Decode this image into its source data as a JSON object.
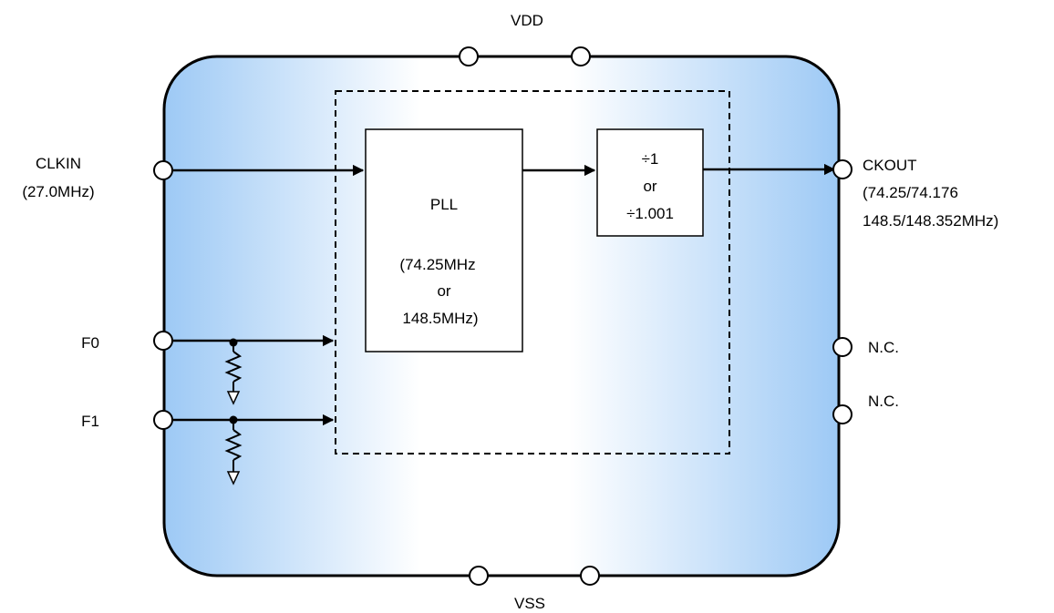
{
  "colors": {
    "chip_edge": "#9dc9f5",
    "chip_center": "#ffffff",
    "outline": "#000000"
  },
  "pins": {
    "vdd": "VDD",
    "vss": "VSS",
    "clkin": "CLKIN",
    "clkin_freq": "(27.0MHz)",
    "f0": "F0",
    "f1": "F1",
    "ckout": "CKOUT",
    "ckout_freq_1": "(74.25/74.176",
    "ckout_freq_2": "148.5/148.352MHz)",
    "nc1": "N.C.",
    "nc2": "N.C."
  },
  "pll": {
    "title": "PLL",
    "line1": "(74.25MHz",
    "line2": "or",
    "line3": "148.5MHz)"
  },
  "divider": {
    "line1": "÷1",
    "line2": "or",
    "line3": "÷1.001"
  }
}
